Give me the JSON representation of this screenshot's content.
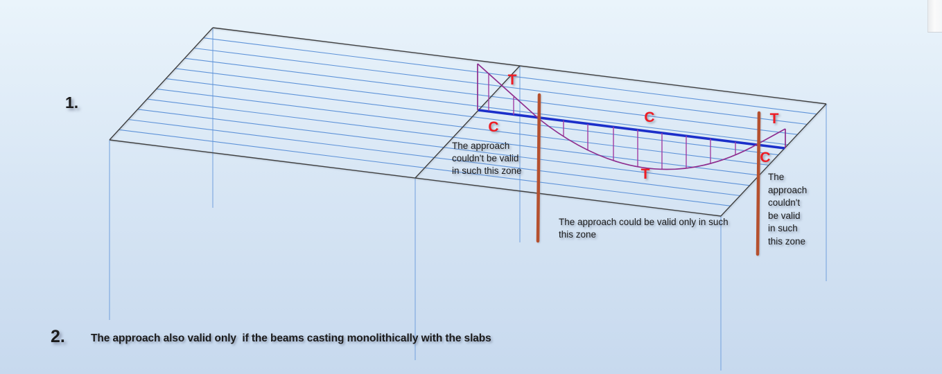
{
  "colors": {
    "background_top": "#eaf4fb",
    "background_bottom": "#c7d9ee",
    "slab_outline": "#3f3f3f",
    "rib_line": "#5d92d8",
    "column_line": "#7aa6df",
    "beam": "#1b2fca",
    "moment_curve": "#8e2d8e",
    "moment_hatch": "#a23da2",
    "inflection_bar": "#b5502e",
    "stress_label": "#ee1c24",
    "text": "#1b1b1b",
    "scroll_strip": "#fafafa"
  },
  "headings": {
    "item1": "1.",
    "item2": "2."
  },
  "statement": "The approach also valid only  if the beams casting monolithically with the slabs",
  "stress_labels": {
    "left_tension": "T",
    "left_compression": "C",
    "mid_compression": "C",
    "mid_tension": "T",
    "right_tension": "T",
    "right_compression": "C"
  },
  "annotations": {
    "left_zone": "The approach\ncouldn't be valid\nin such this zone",
    "mid_zone": "The approach could be valid only in such\nthis zone",
    "right_zone": "The\napproach\ncouldn't\nbe valid\nin such\nthis zone"
  }
}
